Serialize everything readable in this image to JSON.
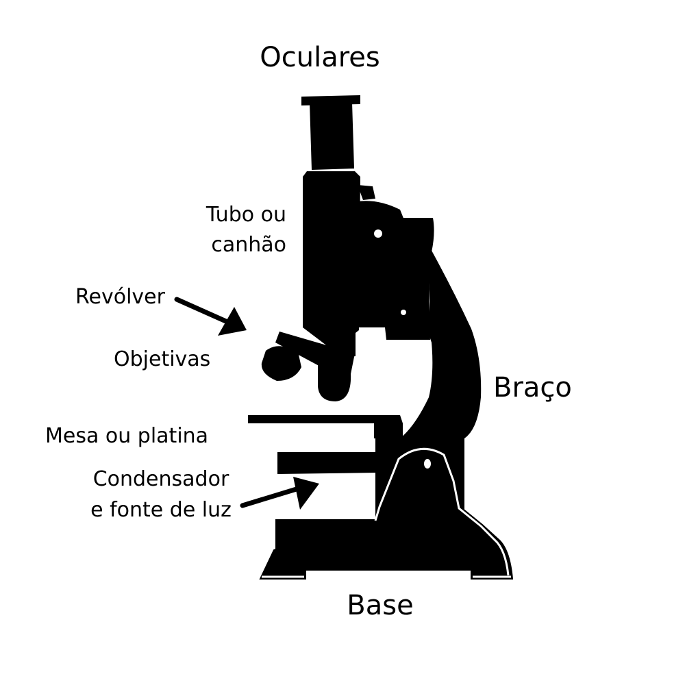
{
  "labels": {
    "oculares": "Oculares",
    "tubo_line1": "Tubo ou",
    "tubo_line2": "canhão",
    "revolver": "Revólver",
    "objetivas": "Objetivas",
    "braco": "Braço",
    "mesa": "Mesa ou platina",
    "condensador_line1": "Condensador",
    "condensador_line2": "e fonte de luz",
    "base": "Base"
  },
  "colors": {
    "ink": "#000000",
    "background": "#ffffff"
  }
}
